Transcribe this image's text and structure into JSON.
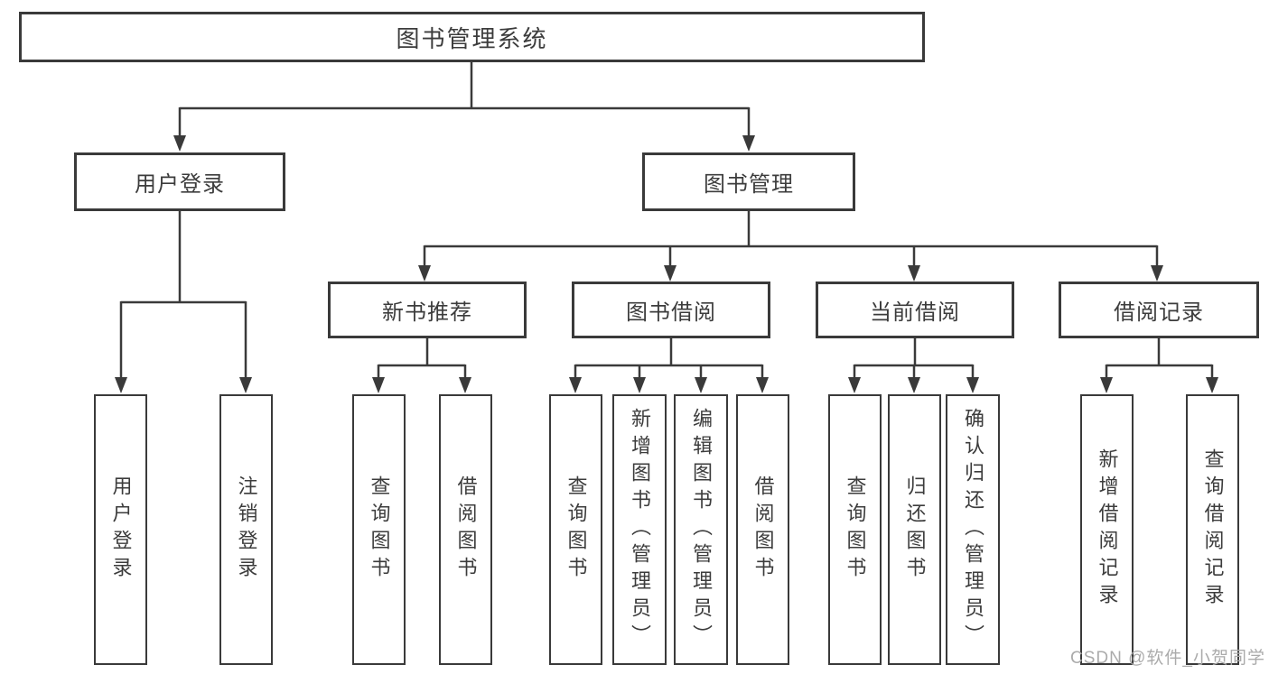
{
  "diagram": {
    "root": {
      "label": "图书管理系统"
    },
    "level2": [
      {
        "label": "用户登录"
      },
      {
        "label": "图书管理"
      }
    ],
    "level3": [
      {
        "label": "新书推荐",
        "parent": "图书管理"
      },
      {
        "label": "图书借阅",
        "parent": "图书管理"
      },
      {
        "label": "当前借阅",
        "parent": "图书管理"
      },
      {
        "label": "借阅记录",
        "parent": "图书管理"
      }
    ],
    "leaves": [
      {
        "label": "用户登录",
        "parent": "用户登录"
      },
      {
        "label": "注销登录",
        "parent": "用户登录"
      },
      {
        "label": "查询图书",
        "parent": "新书推荐"
      },
      {
        "label": "借阅图书",
        "parent": "新书推荐"
      },
      {
        "label": "查询图书",
        "parent": "图书借阅"
      },
      {
        "label": "新增图书（管理员）",
        "parent": "图书借阅"
      },
      {
        "label": "编辑图书（管理员）",
        "parent": "图书借阅"
      },
      {
        "label": "借阅图书",
        "parent": "图书借阅"
      },
      {
        "label": "查询图书",
        "parent": "当前借阅"
      },
      {
        "label": "归还图书",
        "parent": "当前借阅"
      },
      {
        "label": "确认归还（管理员）",
        "parent": "当前借阅"
      },
      {
        "label": "新增借阅记录",
        "parent": "借阅记录"
      },
      {
        "label": "查询借阅记录",
        "parent": "借阅记录"
      }
    ],
    "watermark": "CSDN @软件_小贺同学",
    "colors": {
      "line": "#3a3a3a",
      "box_border": "#3a3a3a",
      "box_fill": "#ffffff",
      "text": "#3c3c3c",
      "watermark": "#ababab"
    }
  }
}
